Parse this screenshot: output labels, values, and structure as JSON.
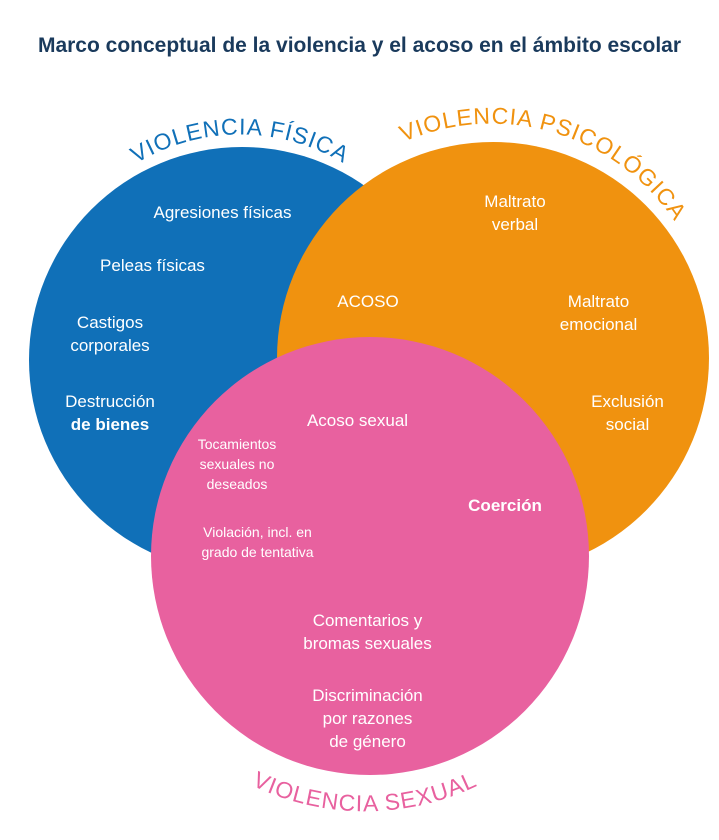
{
  "title": "Marco conceptual de la violencia y el acoso en el ámbito escolar",
  "colors": {
    "physical": "#1070b8",
    "psychological": "#f0920f",
    "sexual": "#e8619f",
    "title": "#1a3a5c"
  },
  "circles": {
    "physical": {
      "name": "VIOLENCIA FÍSICA"
    },
    "psychological": {
      "name": "VIOLENCIA PSICOLÓGICA"
    },
    "sexual": {
      "name": "VIOLENCIA SEXUAL"
    }
  },
  "items": {
    "agresiones": "Agresiones físicas",
    "peleas": "Peleas físicas",
    "castigos_1": "Castigos",
    "castigos_2": "corporales",
    "destruccion_1": "Destrucción",
    "destruccion_2": "de bienes",
    "maltrato_verbal_1": "Maltrato",
    "maltrato_verbal_2": "verbal",
    "acoso": "ACOSO",
    "maltrato_emocional_1": "Maltrato",
    "maltrato_emocional_2": "emocional",
    "exclusion_1": "Exclusión",
    "exclusion_2": "social",
    "acoso_sexual": "Acoso sexual",
    "tocamientos_1": "Tocamientos",
    "tocamientos_2": "sexuales no",
    "tocamientos_3": "deseados",
    "coercion": "Coerción",
    "violacion_1": "Violación, incl. en",
    "violacion_2": "grado de tentativa",
    "comentarios_1": "Comentarios y",
    "comentarios_2": "bromas sexuales",
    "discriminacion_1": "Discriminación",
    "discriminacion_2": "por razones",
    "discriminacion_3": "de género"
  }
}
